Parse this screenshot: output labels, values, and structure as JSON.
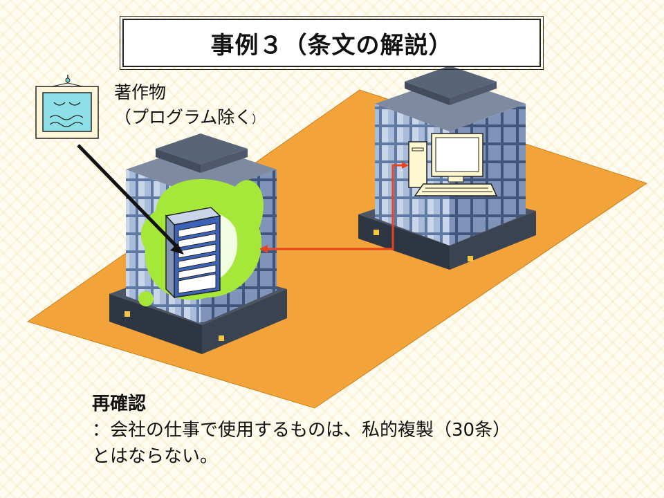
{
  "slide": {
    "title": "事例３（条文の解説）",
    "work_label_line1": "著作物",
    "work_label_line2_main": "（プログラム除く",
    "work_label_line2_end": "）",
    "recheck_heading": "再確認",
    "recheck_line1": "：会社の仕事で使用するものは、私的複製（30条）",
    "recheck_line2": "とはならない。"
  },
  "colors": {
    "ground": "#f2a33a",
    "glass": "#7f95b8",
    "server_glow": "#a6e83a",
    "arrow_red": "#e8421e"
  },
  "icons": [
    "framed-picture-icon",
    "server-rack-icon",
    "desktop-computer-icon",
    "office-building-icon"
  ]
}
